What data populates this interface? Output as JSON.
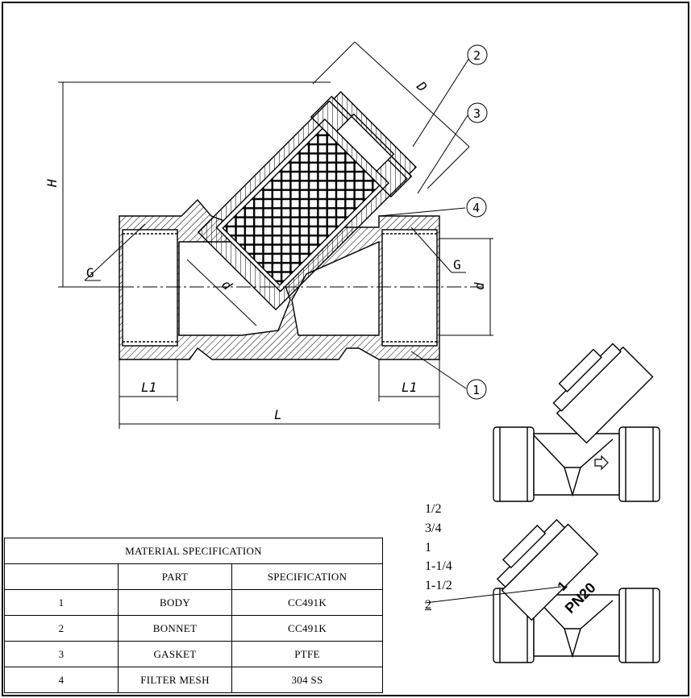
{
  "dimensions": {
    "H": "H",
    "D": "D",
    "d_left": "d",
    "d_right": "d",
    "G_left": "G",
    "G_right": "G",
    "L1_left": "L1",
    "L1_right": "L1",
    "L": "L"
  },
  "balloons": [
    "1",
    "2",
    "3",
    "4"
  ],
  "table": {
    "title": "MATERIAL SPECIFICATION",
    "headers": [
      "",
      "PART",
      "SPECIFICATION"
    ],
    "rows": [
      [
        "1",
        "BODY",
        "CC491K"
      ],
      [
        "2",
        "BONNET",
        "CC491K"
      ],
      [
        "3",
        "GASKET",
        "PTFE"
      ],
      [
        "4",
        "FILTER MESH",
        "304 SS"
      ]
    ]
  },
  "sizes": [
    "1/2",
    "3/4",
    "1",
    "1-1/4",
    "1-1/2",
    "2"
  ],
  "product_marking": {
    "size": "1",
    "rating": "PN20"
  },
  "colors": {
    "line": "#000000",
    "hatch": "#000000",
    "background": "#ffffff"
  }
}
